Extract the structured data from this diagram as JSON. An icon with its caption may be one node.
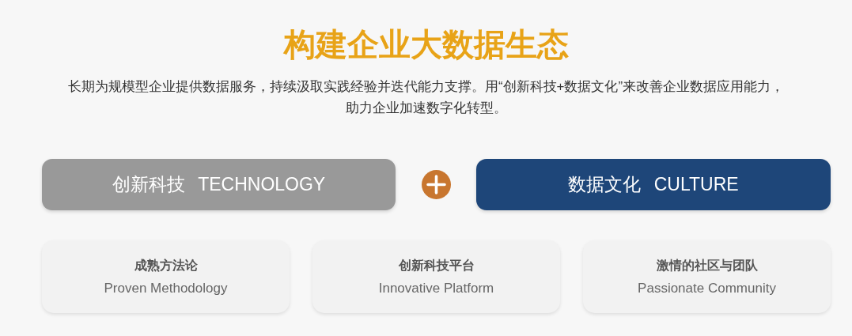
{
  "diagram": {
    "title": "构建企业大数据生态",
    "nodes": [
      {
        "text": [
          "创新科技 TECHNOLOGY"
        ]
      },
      {
        "text": [
          "数据文化 CULTURE"
        ]
      },
      {
        "text": [
          "成熟方法论",
          "Proven Methodology"
        ]
      },
      {
        "text": [
          "创新科技平台",
          "Innovative Platform"
        ]
      },
      {
        "text": [
          "激情的社区与团队",
          "Passionate Community"
        ]
      }
    ],
    "labels": [
      "长期为规模型企业提供数据服务，持续汲取实践经验并迭代能力支撑。用“创新科技+数据文化”来改善企业数据应用能力，助力企业加速数字化转型。"
    ]
  }
}
